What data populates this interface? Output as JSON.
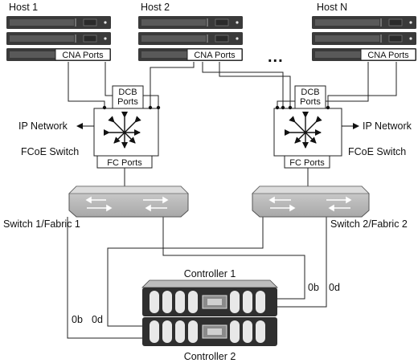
{
  "hosts": [
    {
      "label": "Host 1",
      "ports_label": "CNA Ports"
    },
    {
      "label": "Host 2",
      "ports_label": "CNA Ports"
    },
    {
      "label": "Host N",
      "ports_label": "CNA Ports"
    }
  ],
  "ellipsis": "...",
  "fcoe_switches": [
    {
      "dcb_line1": "DCB",
      "dcb_line2": "Ports",
      "fc_ports": "FC Ports",
      "name": "FCoE Switch",
      "network": "IP Network"
    },
    {
      "dcb_line1": "DCB",
      "dcb_line2": "Ports",
      "fc_ports": "FC Ports",
      "name": "FCoE Switch",
      "network": "IP Network"
    }
  ],
  "fabrics": [
    {
      "label": "Switch 1/Fabric 1"
    },
    {
      "label": "Switch 2/Fabric 2"
    }
  ],
  "controllers": [
    {
      "label": "Controller 1"
    },
    {
      "label": "Controller 2"
    }
  ],
  "port_labels": {
    "left_0b": "0b",
    "left_0d": "0d",
    "right_0b": "0b",
    "right_0d": "0d"
  }
}
